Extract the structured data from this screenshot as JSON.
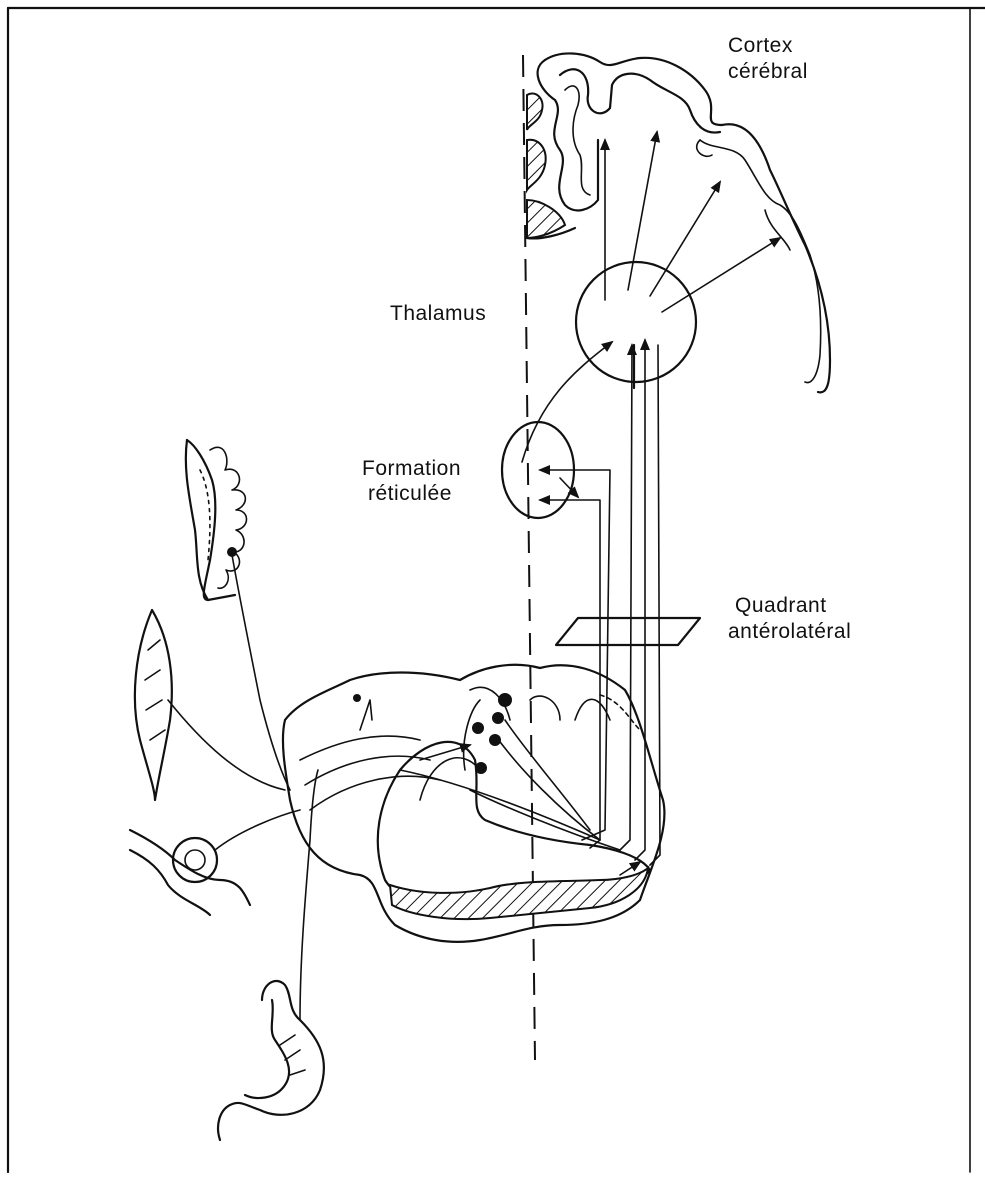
{
  "labels": {
    "cortex_line1": "Cortex",
    "cortex_line2": "cérébral",
    "thalamus": "Thalamus",
    "formation_line1": "Formation",
    "formation_line2": "réticulée",
    "quadrant_line1": "Quadrant",
    "quadrant_line2": "antérolatéral"
  },
  "colors": {
    "ink": "#111111",
    "paper": "#ffffff"
  }
}
